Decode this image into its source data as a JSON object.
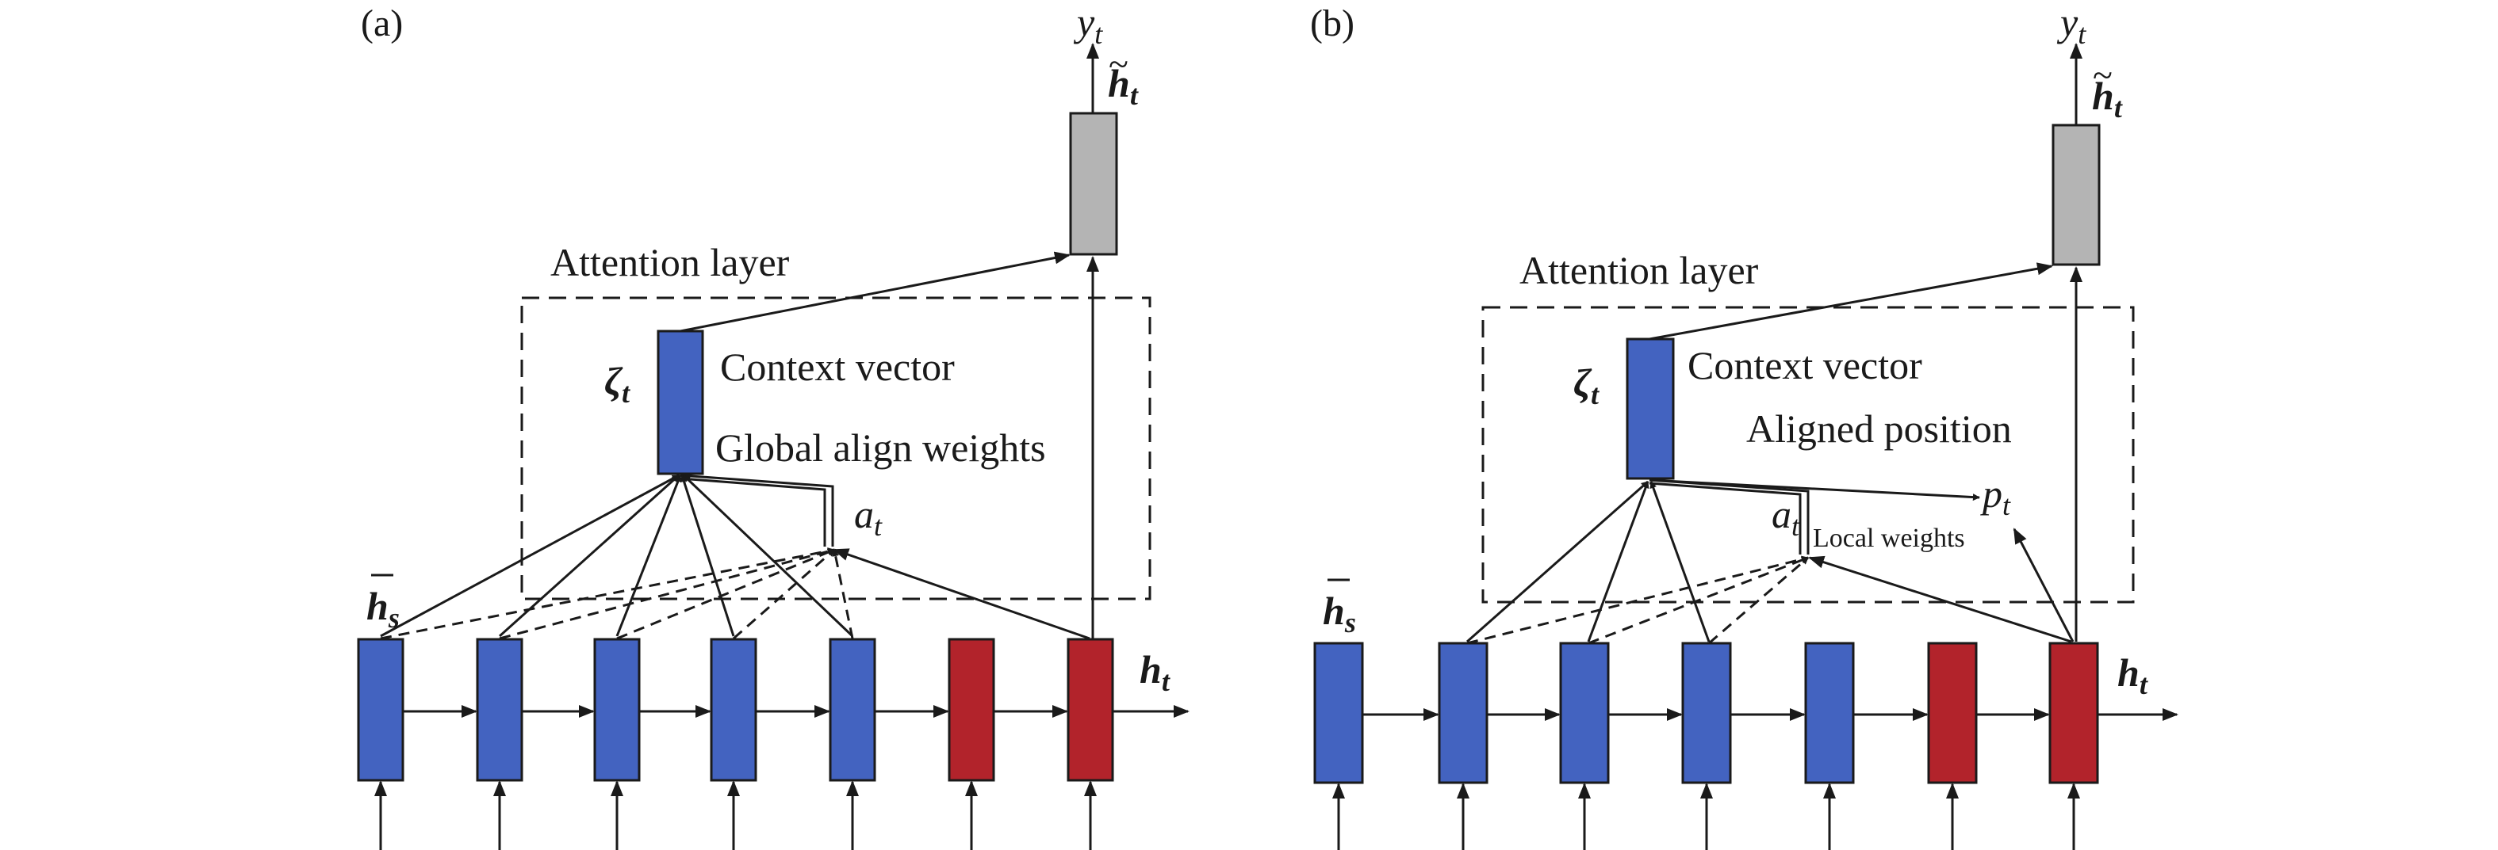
{
  "panels": [
    {
      "id": "a",
      "panel_label": "(a)",
      "attention_layer_label": "Attention layer",
      "context_vector_label": "Context vector",
      "weights_label": "Global align weights",
      "context_symbol": "ζ",
      "context_subscript": "t",
      "align_symbol": "a",
      "align_subscript": "t",
      "source_hidden_symbol": "h",
      "source_hidden_subscript": "s",
      "target_hidden_symbol": "h",
      "target_hidden_subscript": "t",
      "attentional_hidden_symbol": "h",
      "attentional_hidden_subscript": "t",
      "output_symbol": "y",
      "output_subscript": "t"
    },
    {
      "id": "b",
      "panel_label": "(b)",
      "attention_layer_label": "Attention layer",
      "context_vector_label": "Context vector",
      "aligned_position_label": "Aligned position",
      "weights_label": "Local weights",
      "context_symbol": "ζ",
      "context_subscript": "t",
      "align_symbol": "a",
      "align_subscript": "t",
      "position_symbol": "p",
      "position_subscript": "t",
      "source_hidden_symbol": "h",
      "source_hidden_subscript": "s",
      "target_hidden_symbol": "h",
      "target_hidden_subscript": "t",
      "attentional_hidden_symbol": "h",
      "attentional_hidden_subscript": "t",
      "output_symbol": "y",
      "output_subscript": "t"
    }
  ],
  "colors": {
    "source_state": "#4363c0",
    "target_state": "#b2232b",
    "attentional_state": "#b4b4b4",
    "context_vector": "#4363c0",
    "stroke": "#1a1a1a"
  }
}
